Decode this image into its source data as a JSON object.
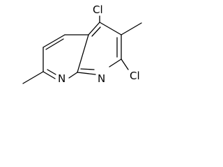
{
  "molecule": {
    "atoms": {
      "cl_top": "Cl",
      "cl_right": "Cl",
      "n_left": "N",
      "n_right": "N"
    }
  }
}
